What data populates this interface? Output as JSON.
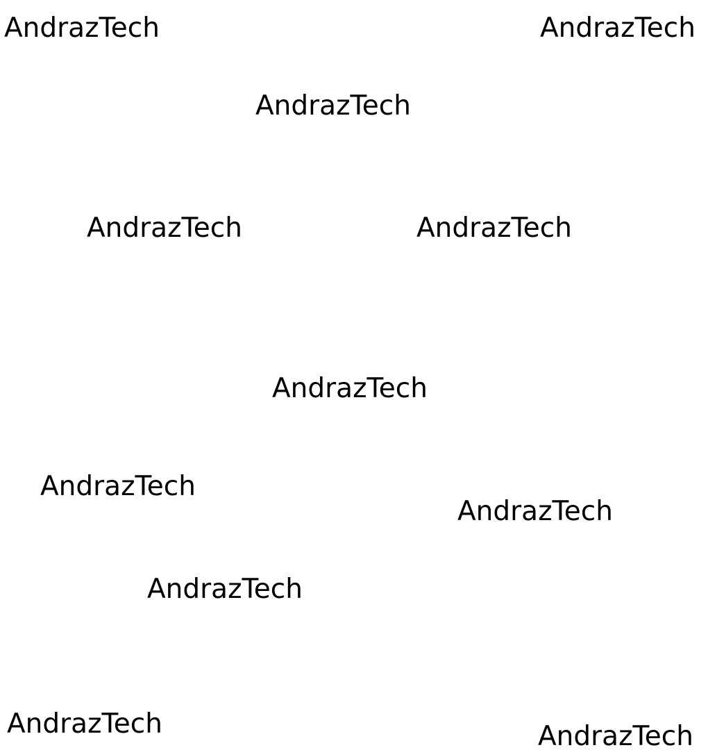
{
  "words": [
    "AndrazTech",
    "AndrazTech",
    "AndrazTech",
    "AndrazTech",
    "AndrazTech",
    "AndrazTech",
    "AndrazTech",
    "AndrazTech",
    "AndrazTech",
    "AndrazTech",
    "AndrazTech"
  ],
  "colors": {
    "background": "#ffffff",
    "text": "#000000"
  }
}
